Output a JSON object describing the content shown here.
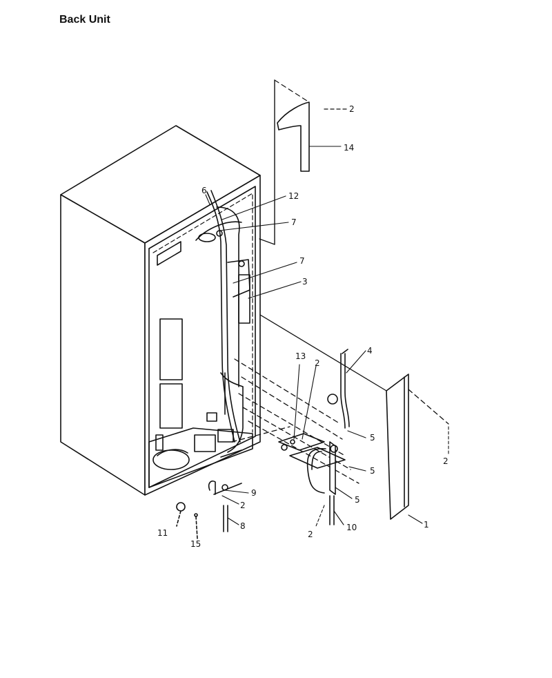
{
  "title": "Back Unit",
  "callouts": [
    "1",
    "2",
    "3",
    "4",
    "5",
    "6",
    "7",
    "8",
    "9",
    "10",
    "11",
    "12",
    "13",
    "14",
    "15"
  ],
  "labels": {
    "l2a": "2",
    "l14": "14",
    "l6": "6",
    "l12": "12",
    "l7a": "7",
    "l7b": "7",
    "l3": "3",
    "l13": "13",
    "l2b": "2",
    "l4": "4",
    "l5a": "5",
    "l2c": "2",
    "l5b": "5",
    "l9": "9",
    "l2d": "2",
    "l5c": "5",
    "l11": "11",
    "l8": "8",
    "l2e": "2",
    "l10": "10",
    "l1": "1",
    "l15": "15"
  }
}
